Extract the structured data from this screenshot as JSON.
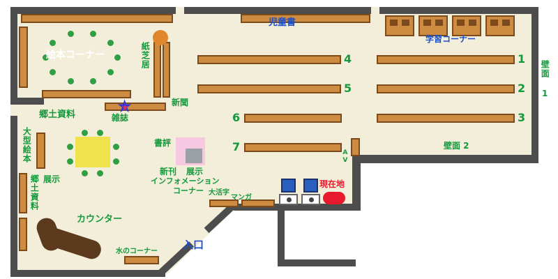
{
  "labels": {
    "children_books": "児童書",
    "study_corner": "学習コーナー",
    "wall_1": "壁面 1",
    "wall_2": "壁面 2",
    "picture_book_corner": "絵本コーナー",
    "kamishibai": "紙芝居",
    "newspaper": "新聞",
    "magazine": "雑誌",
    "local_materials_top": "郷土資料",
    "large_picture_books": "大型絵本",
    "local_materials_left": "郷土資料",
    "exhibit": "展示",
    "book_review": "書評",
    "new_books": "新刊",
    "new_books_exhibit": "展示",
    "information_line1": "インフォメーション",
    "information_line2": "コーナー",
    "av": "AV",
    "large_print": "大活字",
    "manga": "マンガ",
    "current_location": "現在地",
    "counter": "カウンター",
    "entrance": "入口",
    "water_corner": "水のコーナー"
  },
  "shelf_numbers": {
    "n1": "1",
    "n2": "2",
    "n3": "3",
    "n4": "4",
    "n5": "5",
    "n6": "6",
    "n7": "7"
  },
  "colors": {
    "floor": "#f3eeda",
    "wall": "#4d4d4d",
    "shelf_fill": "#cd8c42",
    "shelf_border": "#7d4a1b",
    "label_green": "#149a3c",
    "label_blue": "#1d50c8",
    "label_red": "#e8192c",
    "table_yellow": "#efe24c",
    "chair_dot_green": "#2f9e44",
    "display_pink": "#f6c8e2",
    "counter_brown": "#5b3a1e",
    "kiosk_blue": "#2a5fc0",
    "stool_orange": "#e0862c",
    "star_blue": "#3535d5"
  }
}
